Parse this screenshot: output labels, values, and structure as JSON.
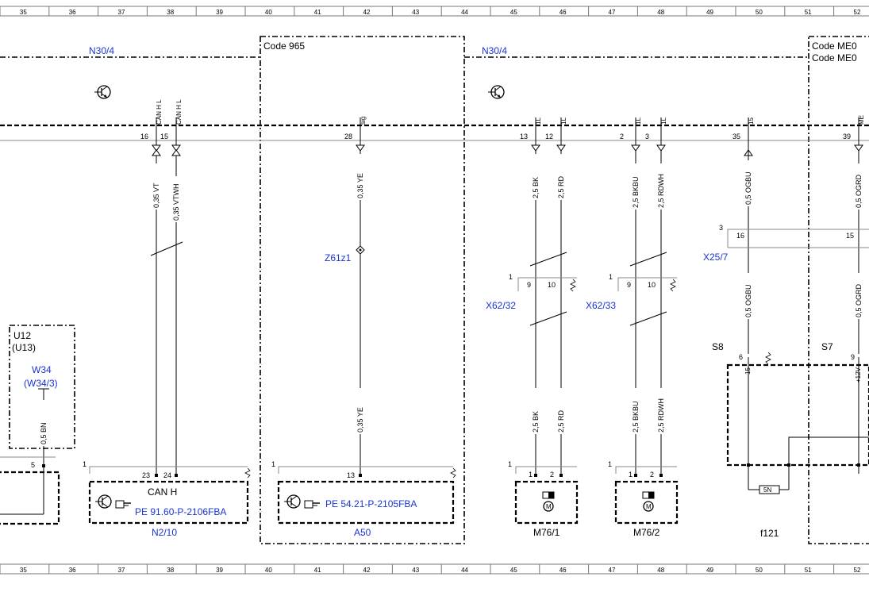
{
  "grid": {
    "columns": [
      "35",
      "36",
      "37",
      "38",
      "39",
      "40",
      "41",
      "42",
      "43",
      "44",
      "45",
      "46",
      "47",
      "48",
      "49",
      "50",
      "51",
      "52"
    ]
  },
  "groups": {
    "n30_4_left": "N30/4",
    "n30_4_right": "N30/4",
    "code_965": "Code 965",
    "code_me_1": "Code ME0",
    "code_me_2": "Code ME0"
  },
  "pins": {
    "p16": "16",
    "p15": "15",
    "p28": "28",
    "p13": "13",
    "p12": "12",
    "p2": "2",
    "p3": "3",
    "p35": "35",
    "p39": "39"
  },
  "pin_signals": {
    "s16": "CAN H L",
    "s15": "CAN H L",
    "s28": "sig",
    "s13": "1L",
    "s12": "1L",
    "s2": "1L",
    "s3": "1L",
    "s35": "15",
    "s39": "ME"
  },
  "wires": {
    "w1": "0,35 VT",
    "w2": "0,35 VTWH",
    "w3": "0,35 YE",
    "w4": "0,35 YE",
    "w5": "2,5 BK",
    "w6": "2,5 RD",
    "w7": "2,5 BK",
    "w8": "2,5 RD",
    "w9": "2,5 BKBU",
    "w10": "2,5 RDWH",
    "w11": "2,5 BKBU",
    "w12": "2,5 RDWH",
    "w13": "0,5 OGBU",
    "w14": "0,5 OGBU",
    "w15": "0,5 OGRD",
    "w16": "0,5 OGRD",
    "w17": "0,5 BN"
  },
  "components": {
    "z61": "Z61z1",
    "x62_32": "X62/32",
    "x62_33": "X62/33",
    "x25_7": "X25/7",
    "s8": "S8",
    "s7": "S7",
    "u12": "U12",
    "u13": "(U13)",
    "w34": "W34",
    "w34_3": "(W34/3)",
    "can_h": "CAN H",
    "pe_n2": "PE 91.60-P-2106FBA",
    "pe_a50": "PE 54.21-P-2105FBA",
    "n2_10": "N2/10",
    "a50": "A50",
    "m76_1": "M76/1",
    "m76_2": "M76/2",
    "f121": "f121",
    "fuse": "5N"
  },
  "connector_pins": {
    "c9a": "9",
    "c10a": "10",
    "c1a": "1",
    "c9b": "9",
    "c10b": "10",
    "c1b": "1",
    "c16": "16",
    "c15": "15",
    "c3": "3",
    "c6": "6",
    "c9c": "9",
    "c15v": "15",
    "c12v": "+12V",
    "n23": "23",
    "n24": "24",
    "n1": "1",
    "a13": "13",
    "a1": "1",
    "m1a": "1",
    "m2a": "2",
    "m1b": "1",
    "m2b": "2",
    "m1c": "1",
    "m1d": "1",
    "u5": "5"
  },
  "colors": {
    "link_blue": "#1a33d6",
    "line": "#000000",
    "frame": "#888888"
  }
}
